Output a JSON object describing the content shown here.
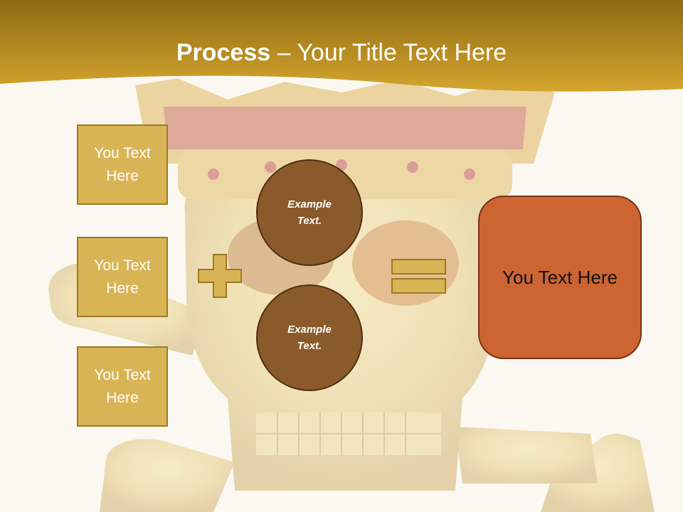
{
  "slide": {
    "title_bold": "Process",
    "title_rest": " – Your Title Text Here",
    "left_boxes": [
      "You Text Here",
      "You Text Here",
      "You Text Here"
    ],
    "circles": [
      "Example Text.",
      "Example Text."
    ],
    "result": "You Text Here"
  },
  "colors": {
    "header": "#c99a24",
    "box_fill": "#d9b454",
    "circle_fill": "#8b5a2b",
    "result_fill": "#cd6532",
    "background": "#fbf8f2"
  },
  "icons": {
    "operator_1": "plus-icon",
    "operator_2": "equals-icon"
  }
}
